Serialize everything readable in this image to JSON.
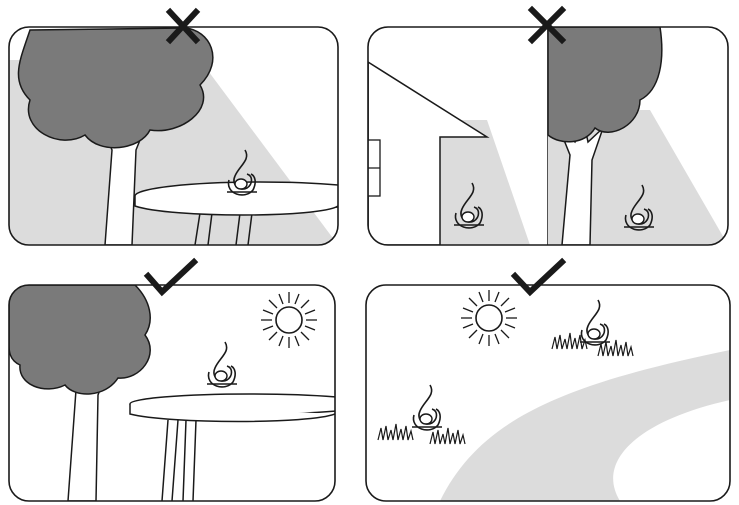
{
  "panels": [
    {
      "id": "shade-under-tree",
      "verdict": "incorrect",
      "mark_icon": "x-mark-icon"
    },
    {
      "id": "shade-beside-house",
      "verdict": "incorrect",
      "mark_icon": "x-mark-icon"
    },
    {
      "id": "sun-table-near-tree",
      "verdict": "correct",
      "mark_icon": "check-mark-icon"
    },
    {
      "id": "sun-on-lawn",
      "verdict": "correct",
      "mark_icon": "check-mark-icon"
    }
  ],
  "colors": {
    "frame": "#1a1a1a",
    "tree_canopy": "#7a7a7a",
    "shadow_fill": "#dcdcdc",
    "background": "#ffffff"
  }
}
